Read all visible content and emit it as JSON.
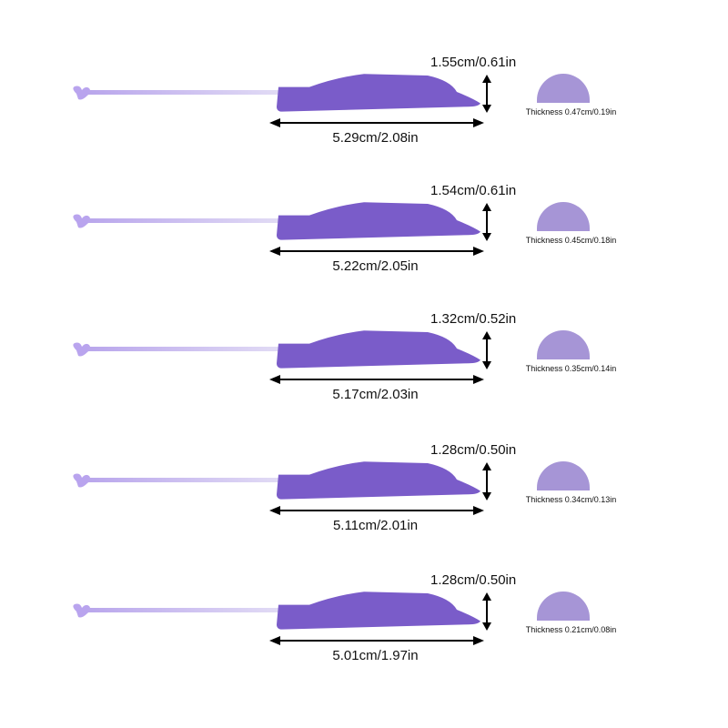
{
  "items": [
    {
      "height": "1.55cm/0.61in",
      "length": "5.29cm/2.08in",
      "thickness": "Thickness 0.47cm/0.19in"
    },
    {
      "height": "1.54cm/0.61in",
      "length": "5.22cm/2.05in",
      "thickness": "Thickness 0.45cm/0.18in"
    },
    {
      "height": "1.32cm/0.52in",
      "length": "5.17cm/2.03in",
      "thickness": "Thickness 0.35cm/0.14in"
    },
    {
      "height": "1.28cm/0.50in",
      "length": "5.11cm/2.01in",
      "thickness": "Thickness 0.34cm/0.13in"
    },
    {
      "height": "1.28cm/0.50in",
      "length": "5.01cm/1.97in",
      "thickness": "Thickness 0.21cm/0.08in"
    }
  ],
  "colors": {
    "pad": "#7a5cc9",
    "stick": "#c6b8ee",
    "cross_section": "#a695d6"
  }
}
